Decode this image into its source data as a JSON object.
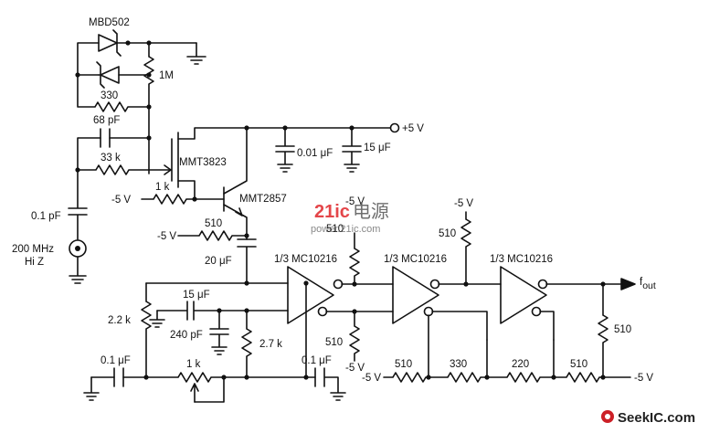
{
  "labels": {
    "mbd502": "MBD502",
    "r_1m": "1M",
    "r_330_top": "330",
    "c_68pf": "68 pF",
    "r_33k": "33 k",
    "mmt3823": "MMT3823",
    "r_1k_top": "1 k",
    "neg5v_a": "-5 V",
    "mmt2857": "MMT2857",
    "c_01pf": "0.1 pF",
    "r_510_mid": "510",
    "neg5v_b": "-5 V",
    "c_20uf": "20 μF",
    "src_line1": "200 MHz",
    "src_line2": "Hi Z",
    "c_001uf": "0.01 μF",
    "c_15uf_top": "15 μF",
    "vplus5": "+5 V",
    "neg5v_c1": "-5 V",
    "r_510_c1": "510",
    "neg5v_c2": "-5 V",
    "r_510_c2": "510",
    "gate1": "1/3 MC10216",
    "gate2": "1/3 MC10216",
    "gate3": "1/3 MC10216",
    "fout": "f",
    "fout_sub": "out",
    "r_22k": "2.2 k",
    "c_15uf_low": "15 μF",
    "c_240pf": "240 pF",
    "r_27k": "2.7 k",
    "r_510_low": "510",
    "neg5v_low": "-5 V",
    "c_01uf_left": "0.1 μF",
    "pot_1k": "1 k",
    "c_01uf_right": "0.1 μF",
    "neg5v_bl": "-5 V",
    "r_510_b1": "510",
    "r_330_b": "330",
    "r_220_b": "220",
    "r_510_b2": "510",
    "neg5v_br": "-5 V",
    "r_510_right": "510",
    "wm_brand_a": "21ic",
    "wm_brand_b": "电源",
    "wm_url": "power.21ic.com",
    "footer": "SeekIC.com"
  },
  "colors": {
    "ink": "#111111",
    "watermark_red": "#e0262b",
    "watermark_dark": "#555555",
    "footer_red": "#cc2027"
  }
}
